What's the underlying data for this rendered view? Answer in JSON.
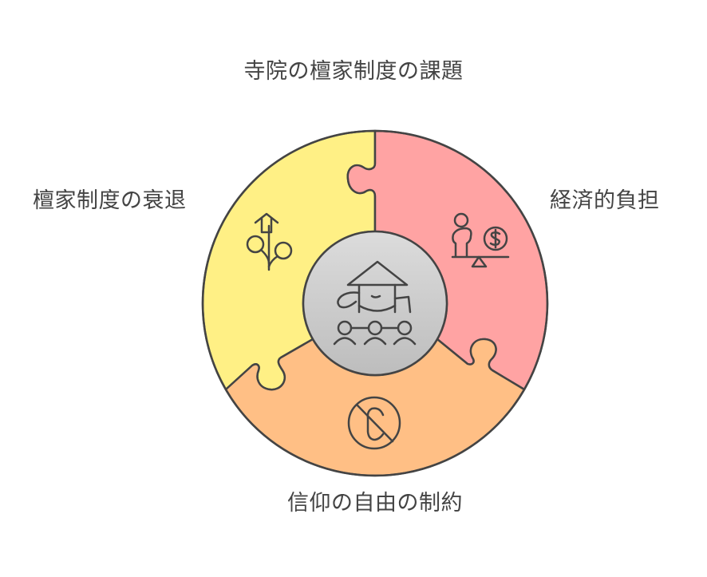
{
  "title": "寺院の檀家制度の課題",
  "center": {
    "icon": "monk-with-community-icon",
    "color": "#d0d0d0"
  },
  "segments": [
    {
      "id": "decline",
      "label": "檀家制度の衰退",
      "icon": "house-plant-growth-icon",
      "color": "#fff085",
      "position": "left"
    },
    {
      "id": "economic",
      "label": "経済的負担",
      "icon": "person-money-scale-icon",
      "color": "#ffa3a3",
      "position": "right"
    },
    {
      "id": "freedom",
      "label": "信仰の自由の制約",
      "icon": "prohibited-hook-icon",
      "color": "#ffbf85",
      "position": "bottom"
    }
  ],
  "colors": {
    "stroke": "#444444",
    "text": "#444444",
    "background": "#ffffff"
  }
}
